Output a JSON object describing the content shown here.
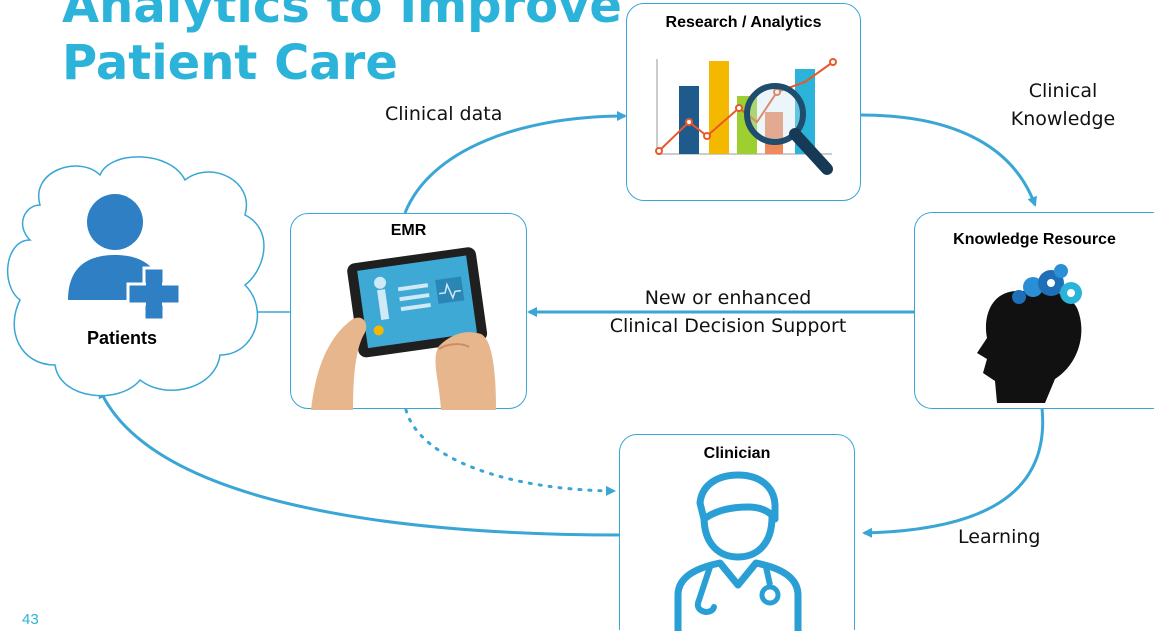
{
  "title": {
    "line1": "Analytics to Improve",
    "line2": "Patient Care"
  },
  "page_number": "43",
  "nodes": {
    "research": {
      "label": "Research / Analytics"
    },
    "emr": {
      "label": "EMR"
    },
    "knowledge": {
      "label": "Knowledge Resource"
    },
    "clinician": {
      "label": "Clinician"
    },
    "patients": {
      "label": "Patients"
    }
  },
  "flows": {
    "clinical_data": "Clinical data",
    "clinical_knowledge_1": "Clinical",
    "clinical_knowledge_2": "Knowledge",
    "cds_1": "New or enhanced",
    "cds_2": "Clinical Decision Support",
    "learning": "Learning"
  },
  "colors": {
    "accent": "#2bb3d9",
    "arrow": "#3aa6d6",
    "border": "#3aa6d6"
  },
  "icons": [
    "chart-magnifier-icon",
    "tablet-hands-icon",
    "head-gears-icon",
    "doctor-icon",
    "patient-plus-icon",
    "cloud-icon"
  ]
}
